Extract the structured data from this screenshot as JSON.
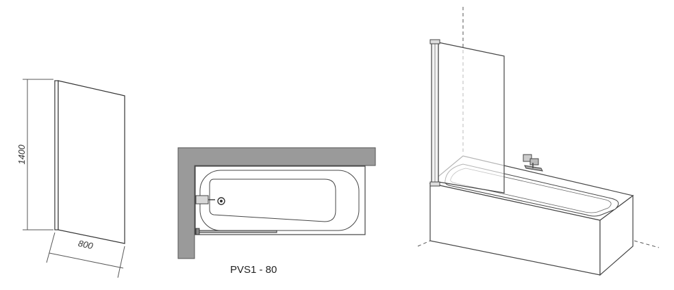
{
  "dimensions": {
    "height": "1400",
    "width": "800"
  },
  "model": "PVS1 - 80",
  "colors": {
    "line": "#3a3a3a",
    "wall": "#9a9a9a",
    "wall_edge": "#555555"
  }
}
